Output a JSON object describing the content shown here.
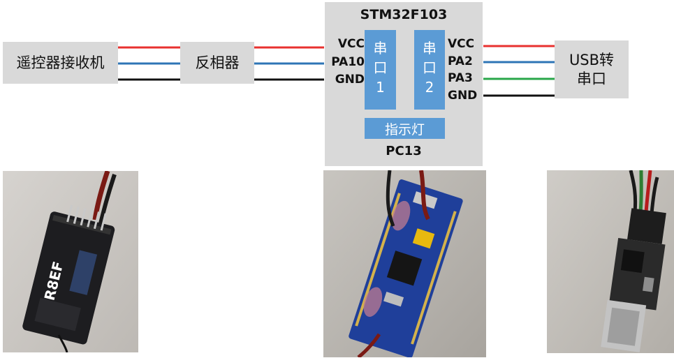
{
  "receiver_box": {
    "label": "遥控器接收机"
  },
  "inverter_box": {
    "label": "反相器"
  },
  "mcu": {
    "title": "STM32F103",
    "port1": {
      "chars": [
        "串",
        "口",
        "1"
      ]
    },
    "port2": {
      "chars": [
        "串",
        "口",
        "2"
      ]
    },
    "led_label": "指示灯",
    "led_pin": "PC13",
    "left_pins": [
      "VCC",
      "PA10",
      "GND"
    ],
    "right_pins": [
      "VCC",
      "PA2",
      "PA3",
      "GND"
    ]
  },
  "usb_box": {
    "lines": [
      "USB转",
      "串口"
    ]
  },
  "wire_colors": {
    "vcc": "#e8312f",
    "signal": "#2e75b6",
    "gnd": "#111111",
    "pa3": "#29a64a"
  },
  "photos": [
    {
      "name": "receiver-photo",
      "label_lines": [
        "R8EF"
      ]
    },
    {
      "name": "stm32-board-photo"
    },
    {
      "name": "usb-serial-photo"
    }
  ]
}
